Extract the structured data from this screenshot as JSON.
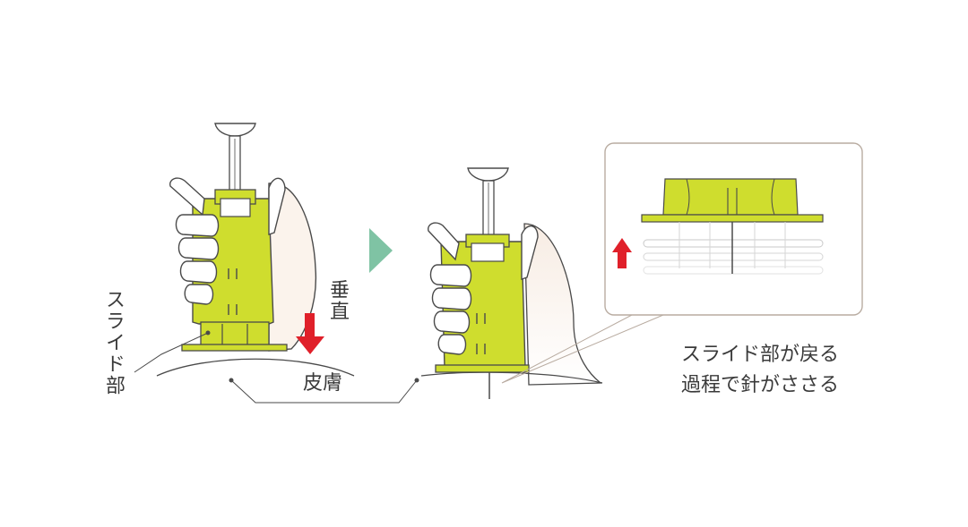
{
  "labels": {
    "slide_part": "スライド部",
    "vertical": "垂直",
    "skin": "皮膚",
    "caption_line1": "スライド部が戻る",
    "caption_line2": "過程で針がささる"
  },
  "colors": {
    "device": "#cfdd2e",
    "device_dark": "#b6c423",
    "outline": "#4a4a4a",
    "hand": "#ffffff",
    "hand_shadow": "#f6ece4",
    "arrow_down": "#e0202a",
    "arrow_up": "#e0202a",
    "transition_arrow": "#7fc3a4",
    "callout_border": "#b9aca1",
    "text": "#3a3a3a"
  },
  "icons": {
    "transition": "chevron-right-icon",
    "push_direction": "arrow-down-icon",
    "return_direction": "arrow-up-icon"
  }
}
